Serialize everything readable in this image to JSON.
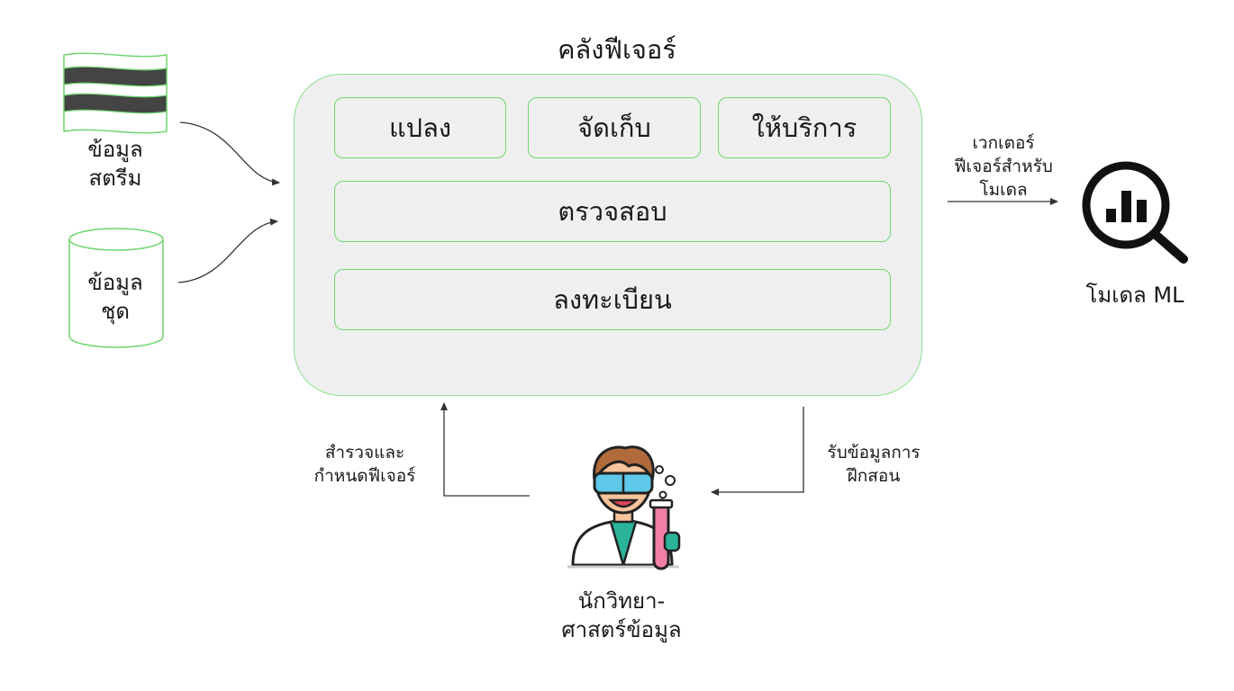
{
  "diagram": {
    "title": "คลังฟีเจอร์",
    "inputs": {
      "stream": {
        "line1": "ข้อมูล",
        "line2": "สตรีม",
        "icon": "stream-flag-icon"
      },
      "batch": {
        "line1": "ข้อมูล",
        "line2": "ชุด",
        "icon": "database-cylinder-icon"
      }
    },
    "components": {
      "transform": "แปลง",
      "store": "จัดเก็บ",
      "serve": "ให้บริการ",
      "validate": "ตรวจสอบ",
      "register": "ลงทะเบียน"
    },
    "output": {
      "edge_label": {
        "line1": "เวกเตอร์",
        "line2": "ฟีเจอร์สำหรับ",
        "line3": "โมเดล"
      },
      "model_label": "โมเดล ML",
      "icon": "magnifier-chart-icon"
    },
    "scientist": {
      "line1": "นักวิทยา-",
      "line2": "ศาสตร์ข้อมูล",
      "icon": "scientist-icon",
      "left_edge": {
        "line1": "สำรวจและ",
        "line2": "กำหนดฟีเจอร์"
      },
      "right_edge": {
        "line1": "รับข้อมูลการ",
        "line2": "ฝึกสอน"
      }
    },
    "colors": {
      "accent_green": "#6fd66f",
      "box_fill": "#efefef",
      "arrow": "#333333"
    }
  }
}
